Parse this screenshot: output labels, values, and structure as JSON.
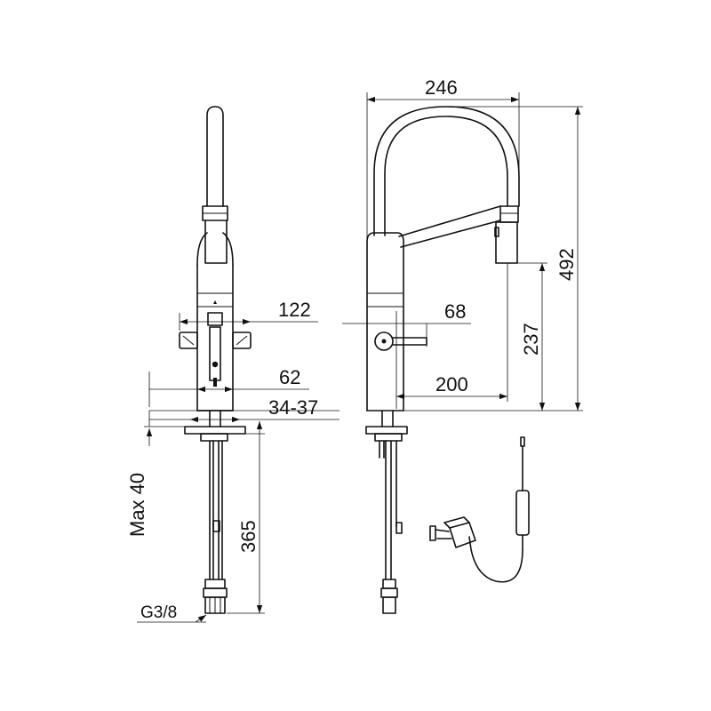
{
  "dimensions": {
    "width_total": "246",
    "height_total": "492",
    "handle_reach_front": "122",
    "handle_reach_side": "68",
    "spout_height": "237",
    "base_width": "62",
    "spout_reach": "200",
    "hole_diameter": "34-37",
    "max_thickness": "Max  40",
    "hose_length": "365",
    "connection_thread": "G3/8"
  }
}
